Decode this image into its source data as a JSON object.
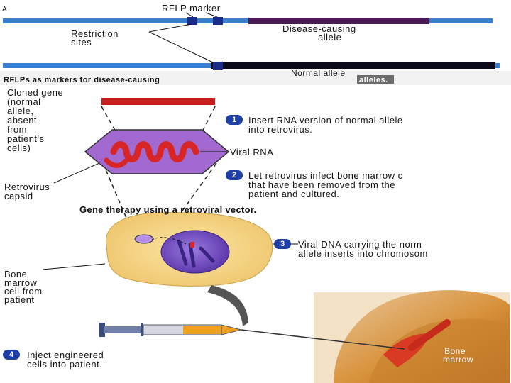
{
  "panel_a": {
    "panel_letter": "A",
    "rflp_marker": "RFLP marker",
    "restriction_sites": [
      "Restriction",
      "sites"
    ],
    "disease_allele": [
      "Disease-causing",
      "allele"
    ],
    "normal_allele": "Normal allele",
    "caption_lead": "RFLPs as markers for disease-causing",
    "caption_tail": "alleles."
  },
  "therapy": {
    "cloned_gene": [
      "Cloned gene",
      "(normal",
      "allele,",
      "absent",
      "from",
      "patient's",
      "cells)"
    ],
    "viral_rna": "Viral RNA",
    "retrovirus_capsid": [
      "Retrovirus",
      "capsid"
    ],
    "title": "Gene therapy using a retroviral vector.",
    "bone_marrow_cell": [
      "Bone",
      "marrow",
      "cell from",
      "patient"
    ],
    "bone_marrow": [
      "Bone",
      "marrow"
    ]
  },
  "steps": [
    {
      "num": "1",
      "lines": [
        "Insert RNA version of normal allele",
        "into retrovirus."
      ]
    },
    {
      "num": "2",
      "lines": [
        "Let retrovirus infect bone marrow c",
        "that have been removed from the",
        "patient and cultured."
      ]
    },
    {
      "num": "3",
      "lines": [
        "Viral DNA carrying the norm",
        "allele inserts into chromosom"
      ]
    },
    {
      "num": "4",
      "lines": [
        "Inject engineered",
        "cells into patient."
      ]
    }
  ],
  "colors": {
    "dna_blue": "#3b7fd0",
    "allele_purple": "#4a1a55",
    "capsid_purple": "#a26ad0",
    "rna_red": "#d82626",
    "cell_yellow": "#f3d27a",
    "nucleus_purple": "#7a52c8",
    "step_blue": "#1f3fa6"
  }
}
